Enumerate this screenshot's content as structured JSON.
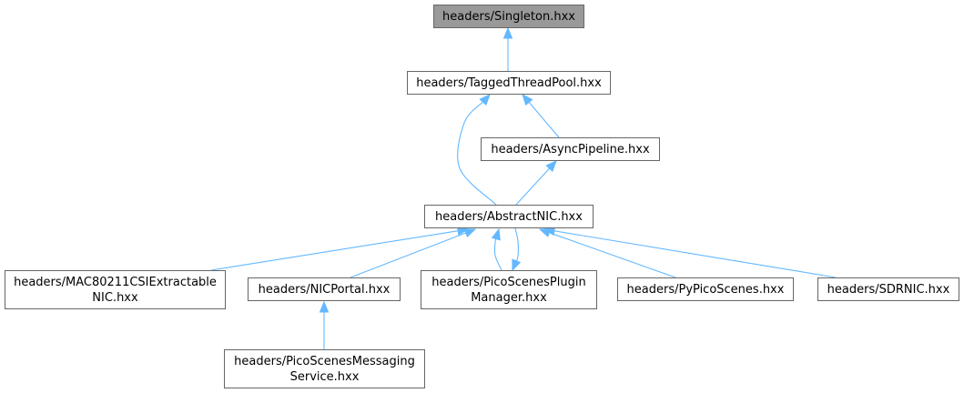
{
  "graph": {
    "nodes": [
      {
        "id": "singleton",
        "lines": [
          "headers/Singleton.hxx"
        ],
        "root": true
      },
      {
        "id": "tagged",
        "lines": [
          "headers/TaggedThreadPool.hxx"
        ]
      },
      {
        "id": "async",
        "lines": [
          "headers/AsyncPipeline.hxx"
        ]
      },
      {
        "id": "abstract",
        "lines": [
          "headers/AbstractNIC.hxx"
        ]
      },
      {
        "id": "mac",
        "lines": [
          "headers/MAC80211CSIExtractable",
          "NIC.hxx"
        ]
      },
      {
        "id": "portal",
        "lines": [
          "headers/NICPortal.hxx"
        ]
      },
      {
        "id": "plugin",
        "lines": [
          "headers/PicoScenesPlugin",
          "Manager.hxx"
        ]
      },
      {
        "id": "pypico",
        "lines": [
          "headers/PyPicoScenes.hxx"
        ]
      },
      {
        "id": "sdrnic",
        "lines": [
          "headers/SDRNIC.hxx"
        ]
      },
      {
        "id": "messaging",
        "lines": [
          "headers/PicoScenesMessaging",
          "Service.hxx"
        ]
      }
    ],
    "edges": [
      {
        "from": "tagged",
        "to": "singleton"
      },
      {
        "from": "async",
        "to": "tagged"
      },
      {
        "from": "abstract",
        "to": "tagged"
      },
      {
        "from": "abstract",
        "to": "async"
      },
      {
        "from": "mac",
        "to": "abstract"
      },
      {
        "from": "portal",
        "to": "abstract"
      },
      {
        "from": "plugin",
        "to": "abstract"
      },
      {
        "from": "abstract",
        "to": "plugin"
      },
      {
        "from": "pypico",
        "to": "abstract"
      },
      {
        "from": "sdrnic",
        "to": "abstract"
      },
      {
        "from": "messaging",
        "to": "portal"
      }
    ],
    "colors": {
      "edge": "#63b8ff",
      "root_fill": "#999999",
      "node_border": "#666666"
    }
  }
}
